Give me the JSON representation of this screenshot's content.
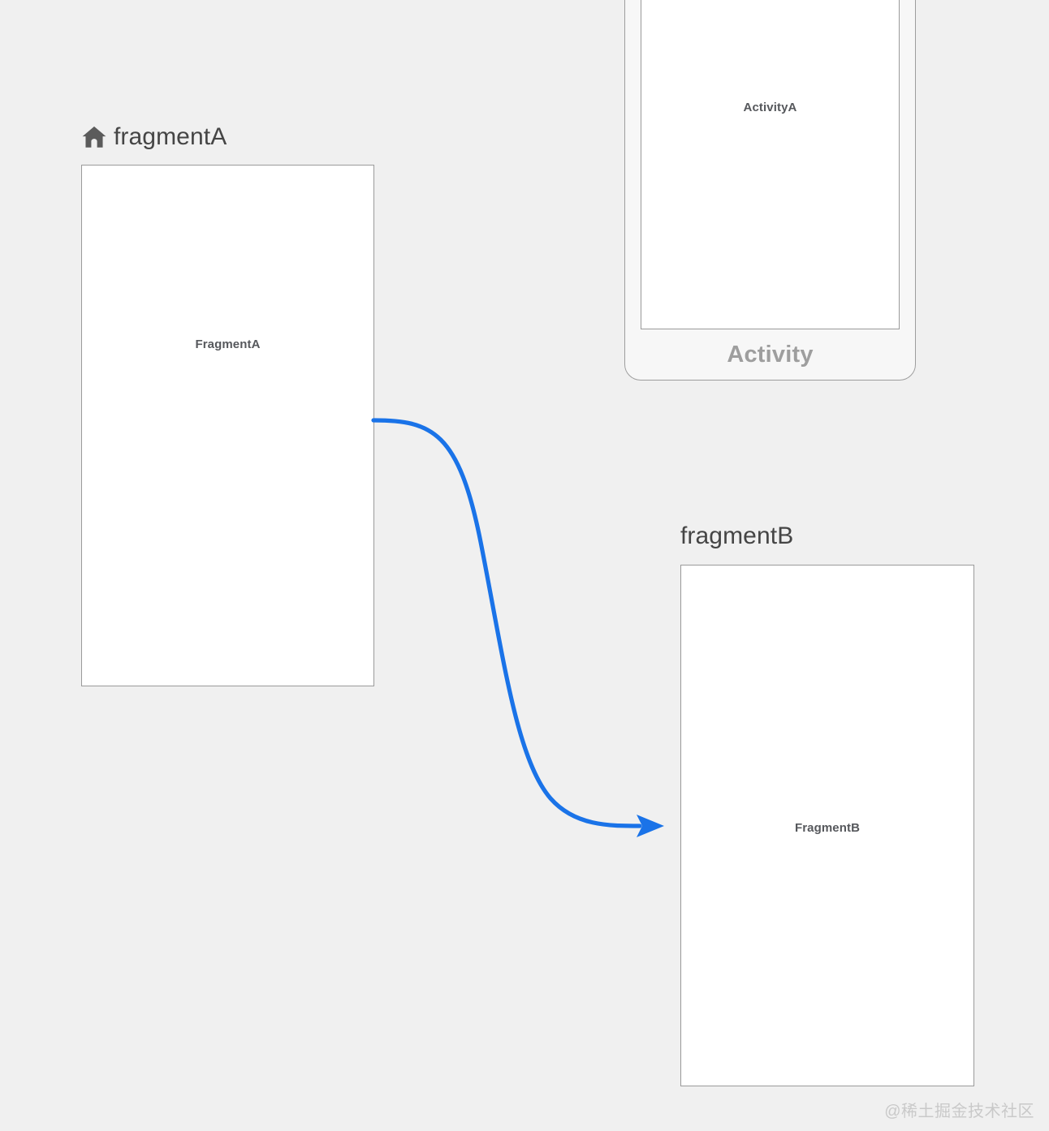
{
  "canvas": {
    "background_color": "#f0f0f0",
    "accent_color": "#1a73e8",
    "border_color": "#9a9a9a"
  },
  "destinations": [
    {
      "id": "fragmentA",
      "label": "fragmentA",
      "icon": "home-icon",
      "is_start_destination": true,
      "preview_text": "FragmentA"
    },
    {
      "id": "fragmentB",
      "label": "fragmentB",
      "icon": null,
      "is_start_destination": false,
      "preview_text": "FragmentB"
    }
  ],
  "activity_card": {
    "screen_text": "ActivityA",
    "caption": "Activity"
  },
  "action_arrow": {
    "from": "fragmentA",
    "to": "fragmentB",
    "color": "#1a73e8"
  },
  "watermark": {
    "text": "@稀土掘金技术社区"
  }
}
